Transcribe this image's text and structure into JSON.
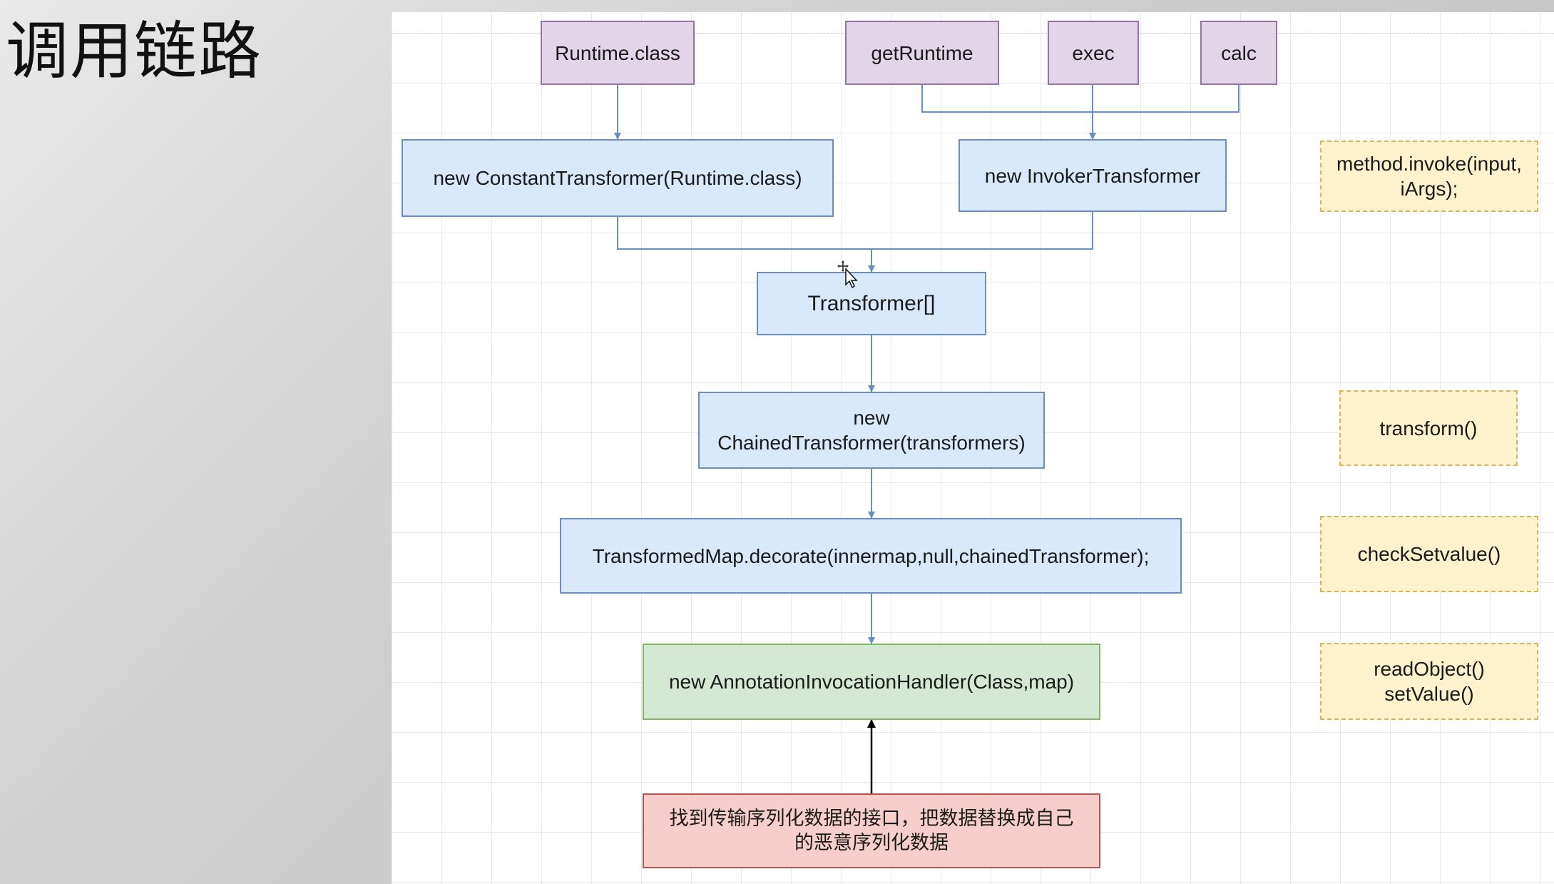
{
  "slide": {
    "title": "调用链路"
  },
  "nodes": {
    "runtime_class": "Runtime.class",
    "get_runtime": "getRuntime",
    "exec": "exec",
    "calc": "calc",
    "constant_transformer": "new ConstantTransformer(Runtime.class)",
    "invoker_transformer": "new InvokerTransformer",
    "transformer_array": "Transformer[]",
    "chained_transformer_line1": "new",
    "chained_transformer_line2": "ChainedTransformer(transformers)",
    "transformed_map": "TransformedMap.decorate(innermap,null,chainedTransformer);",
    "annotation_handler": "new AnnotationInvocationHandler(Class,map)",
    "entry_point_line1": "找到传输序列化数据的接口，把数据替换成自己",
    "entry_point_line2": "的恶意序列化数据"
  },
  "notes": {
    "method_invoke_line1": "method.invoke(input,",
    "method_invoke_line2": "iArgs);",
    "transform": "transform()",
    "check_set_value": "checkSetvalue()",
    "read_object": "readObject()",
    "set_value": "setValue()"
  },
  "colors": {
    "purple_fill": "#e1d5e7",
    "purple_stroke": "#9673a6",
    "blue_fill": "#dae8fc",
    "blue_stroke": "#6c8ebf",
    "green_fill": "#d5e8d4",
    "green_stroke": "#82b366",
    "red_fill": "#f8cecc",
    "red_stroke": "#b85450",
    "note_fill": "#fff2cc",
    "note_stroke": "#d6b656"
  },
  "icons": {
    "cursor": "move-cursor-icon"
  }
}
